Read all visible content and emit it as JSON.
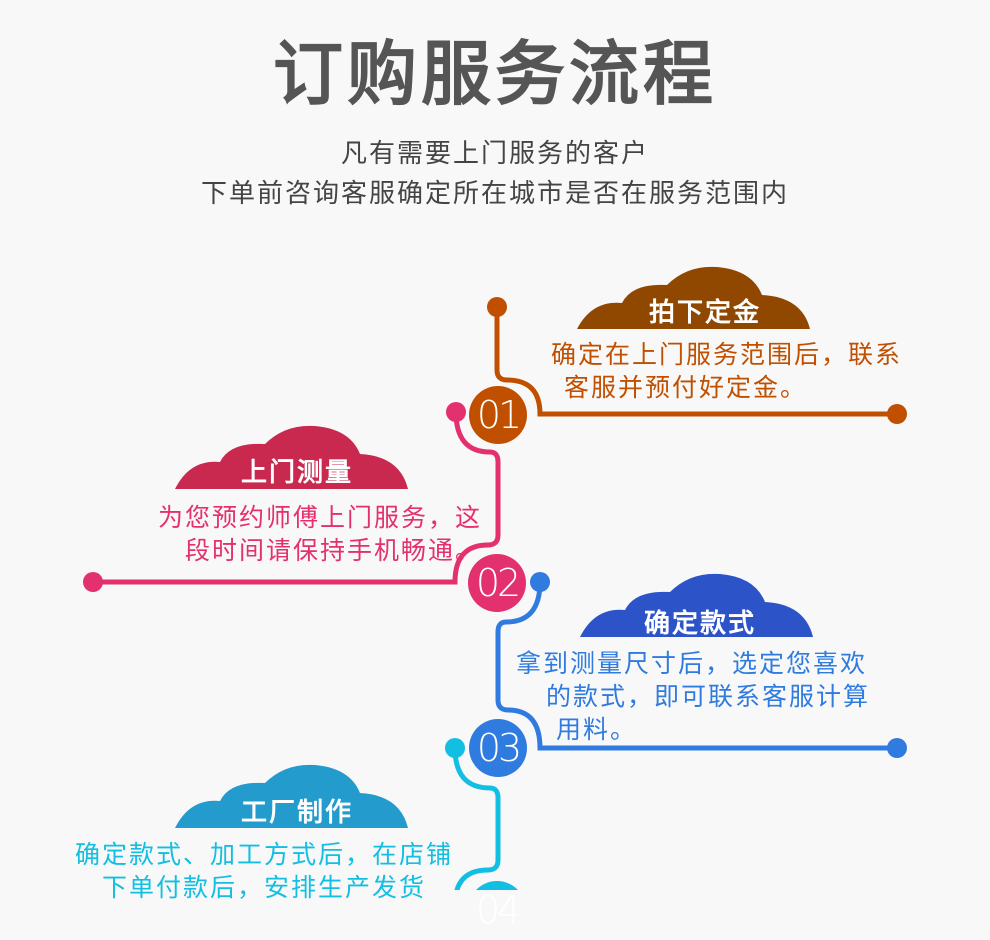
{
  "header": {
    "title": "订购服务流程",
    "subtitle_lines": [
      "凡有需要上门服务的客户",
      "下单前咨询客服确定所在城市是否在服务范围内"
    ]
  },
  "steps": [
    {
      "number": "01",
      "title": "拍下定金",
      "desc": [
        "确定在上门服务范围后，联系",
        "客服并预付好定金。"
      ],
      "line_color": "#c05000",
      "cloud_color": "#904800"
    },
    {
      "number": "02",
      "title": "上门测量",
      "desc": [
        "为您预约师傅上门服务，这",
        "段时间请保持手机畅通。"
      ],
      "line_color": "#e3306e",
      "cloud_color": "#c9294f"
    },
    {
      "number": "03",
      "title": "确定款式",
      "desc": [
        "拿到测量尺寸后，选定您喜欢",
        "的款式，即可联系客服计算",
        "用料。"
      ],
      "line_color": "#2f7be0",
      "cloud_color": "#2c54c8"
    },
    {
      "number": "04",
      "title": "工厂制作",
      "desc": [
        "确定款式、加工方式后，在店铺",
        "下单付款后，安排生产发货"
      ],
      "line_color": "#12bfe2",
      "cloud_color": "#239bcc"
    }
  ]
}
